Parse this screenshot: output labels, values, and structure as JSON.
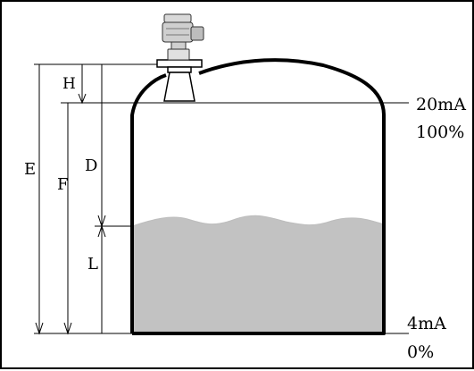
{
  "labels": {
    "h": "H",
    "d": "D",
    "e": "E",
    "f": "F",
    "l": "L"
  },
  "readings": {
    "top_current": "20mA",
    "top_percent": "100%",
    "bottom_current": "4mA",
    "bottom_percent": "0%"
  },
  "colors": {
    "liquid": "#c2c2c2",
    "outline": "#000000",
    "sensor_body": "#d9d9d9"
  }
}
